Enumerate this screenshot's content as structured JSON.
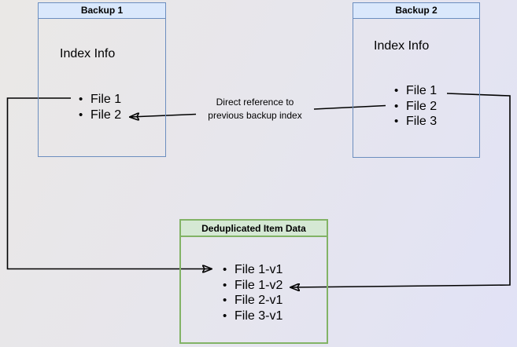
{
  "backup1": {
    "title": "Backup 1",
    "subtitle": "Index Info",
    "files": [
      "File 1",
      "File 2"
    ]
  },
  "backup2": {
    "title": "Backup 2",
    "subtitle": "Index Info",
    "files": [
      "File 1",
      "File 2",
      "File 3"
    ]
  },
  "dedup": {
    "title": "Deduplicated Item Data",
    "items": [
      "File 1-v1",
      "File 1-v2",
      "File 2-v1",
      "File 3-v1"
    ]
  },
  "annotation": {
    "line1": "Direct reference to",
    "line2": "previous backup index"
  },
  "colors": {
    "blue_node_border": "#6c8ebf",
    "blue_node_header_fill": "#dae8fc",
    "green_node_border": "#82b366",
    "green_node_header_fill": "#d5e8d4",
    "arrow": "#000000",
    "background_start": "#eae8e6",
    "background_end": "#e1e2f6"
  }
}
